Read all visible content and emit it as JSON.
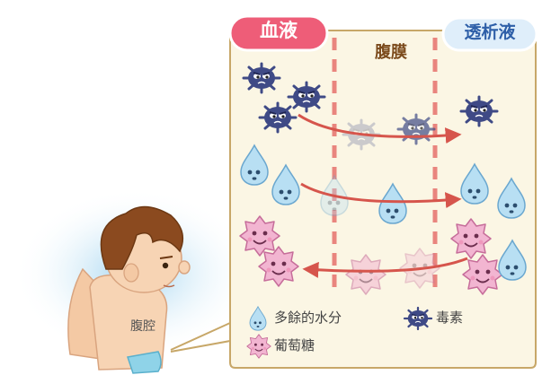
{
  "labels": {
    "blood": "血液",
    "dialysate": "透析液",
    "peritoneum": "腹膜",
    "peritoneal_cavity": "腹腔"
  },
  "legend": {
    "water": "多餘的水分",
    "toxin": "毒素",
    "glucose": "葡萄糖"
  },
  "colors": {
    "panel_bg": "#fbf6e4",
    "panel_border": "#c7a768",
    "membrane": "#e9857e",
    "arrow": "#d6554c",
    "toxin": "#3f4a86",
    "water": "#b8dff3",
    "glucose": "#f2b5d1",
    "blood_label_bg": "#ee5d78",
    "dialysate_label_bg": "#dfeefa"
  }
}
